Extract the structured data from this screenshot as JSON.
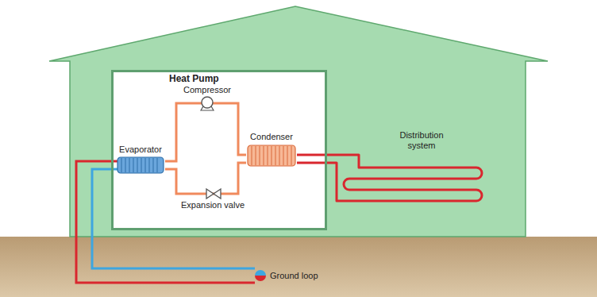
{
  "diagram": {
    "nodes": [
      {
        "text": [
          "Heat Pump"
        ]
      },
      {
        "text": [
          "Compressor"
        ],
        "in": 0
      },
      {
        "text": [
          "Evaporator"
        ],
        "in": 0
      },
      {
        "text": [
          "Condenser"
        ],
        "in": 0
      },
      {
        "text": [
          "Expansion valve"
        ],
        "in": 0
      }
    ],
    "edges": [
      {
        "from": 2,
        "to": 1,
        "arrow": "none"
      },
      {
        "from": 1,
        "to": 3,
        "arrow": "none"
      },
      {
        "from": 3,
        "to": 4,
        "arrow": "none"
      },
      {
        "from": 4,
        "to": 2,
        "arrow": "none"
      }
    ],
    "labels": [
      "Distribution system",
      "Ground loop"
    ]
  }
}
